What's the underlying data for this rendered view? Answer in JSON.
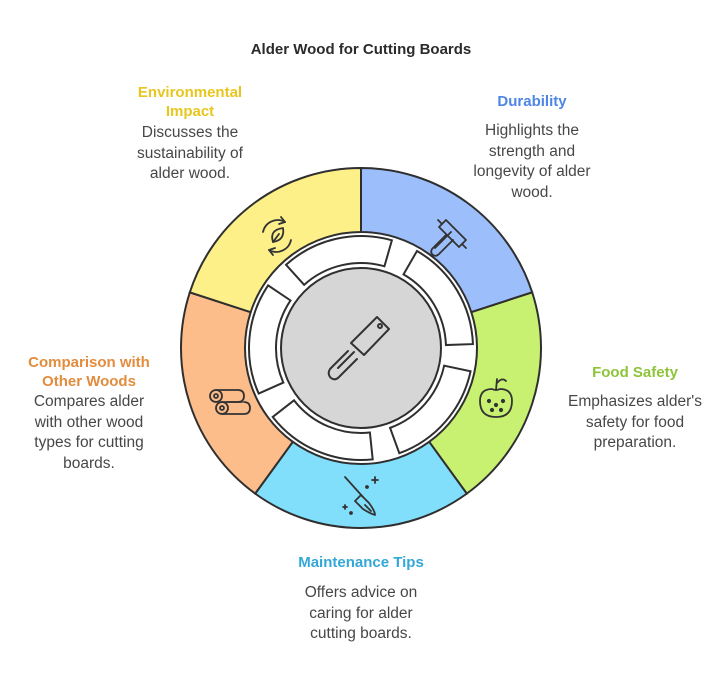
{
  "title": "Alder Wood for Cutting Boards",
  "center": {
    "icon": "cleaver-icon"
  },
  "segments": [
    {
      "key": "durability",
      "heading": "Durability",
      "description": "Highlights the strength and longevity of alder wood.",
      "color": "#9cbffb",
      "heading_color": "#4d86e4",
      "icon": "mallet-icon"
    },
    {
      "key": "food-safety",
      "heading": "Food Safety",
      "description": "Emphasizes alder's safety for food preparation.",
      "color": "#c8f171",
      "heading_color": "#8dc43a",
      "icon": "fruit-icon"
    },
    {
      "key": "maintenance",
      "heading": "Maintenance Tips",
      "description": "Offers advice on caring for alder cutting boards.",
      "color": "#82dffb",
      "heading_color": "#33a8d8",
      "icon": "broom-sparkle-icon"
    },
    {
      "key": "comparison",
      "heading": "Comparison with Other Woods",
      "description": "Compares alder with other wood types for cutting boards.",
      "color": "#fdbd8a",
      "heading_color": "#e28c3e",
      "icon": "logs-icon"
    },
    {
      "key": "environmental",
      "heading": "Environmental Impact",
      "description": "Discusses the sustainability of alder wood.",
      "color": "#fdf088",
      "heading_color": "#e8c61f",
      "icon": "recycle-leaf-icon"
    }
  ]
}
